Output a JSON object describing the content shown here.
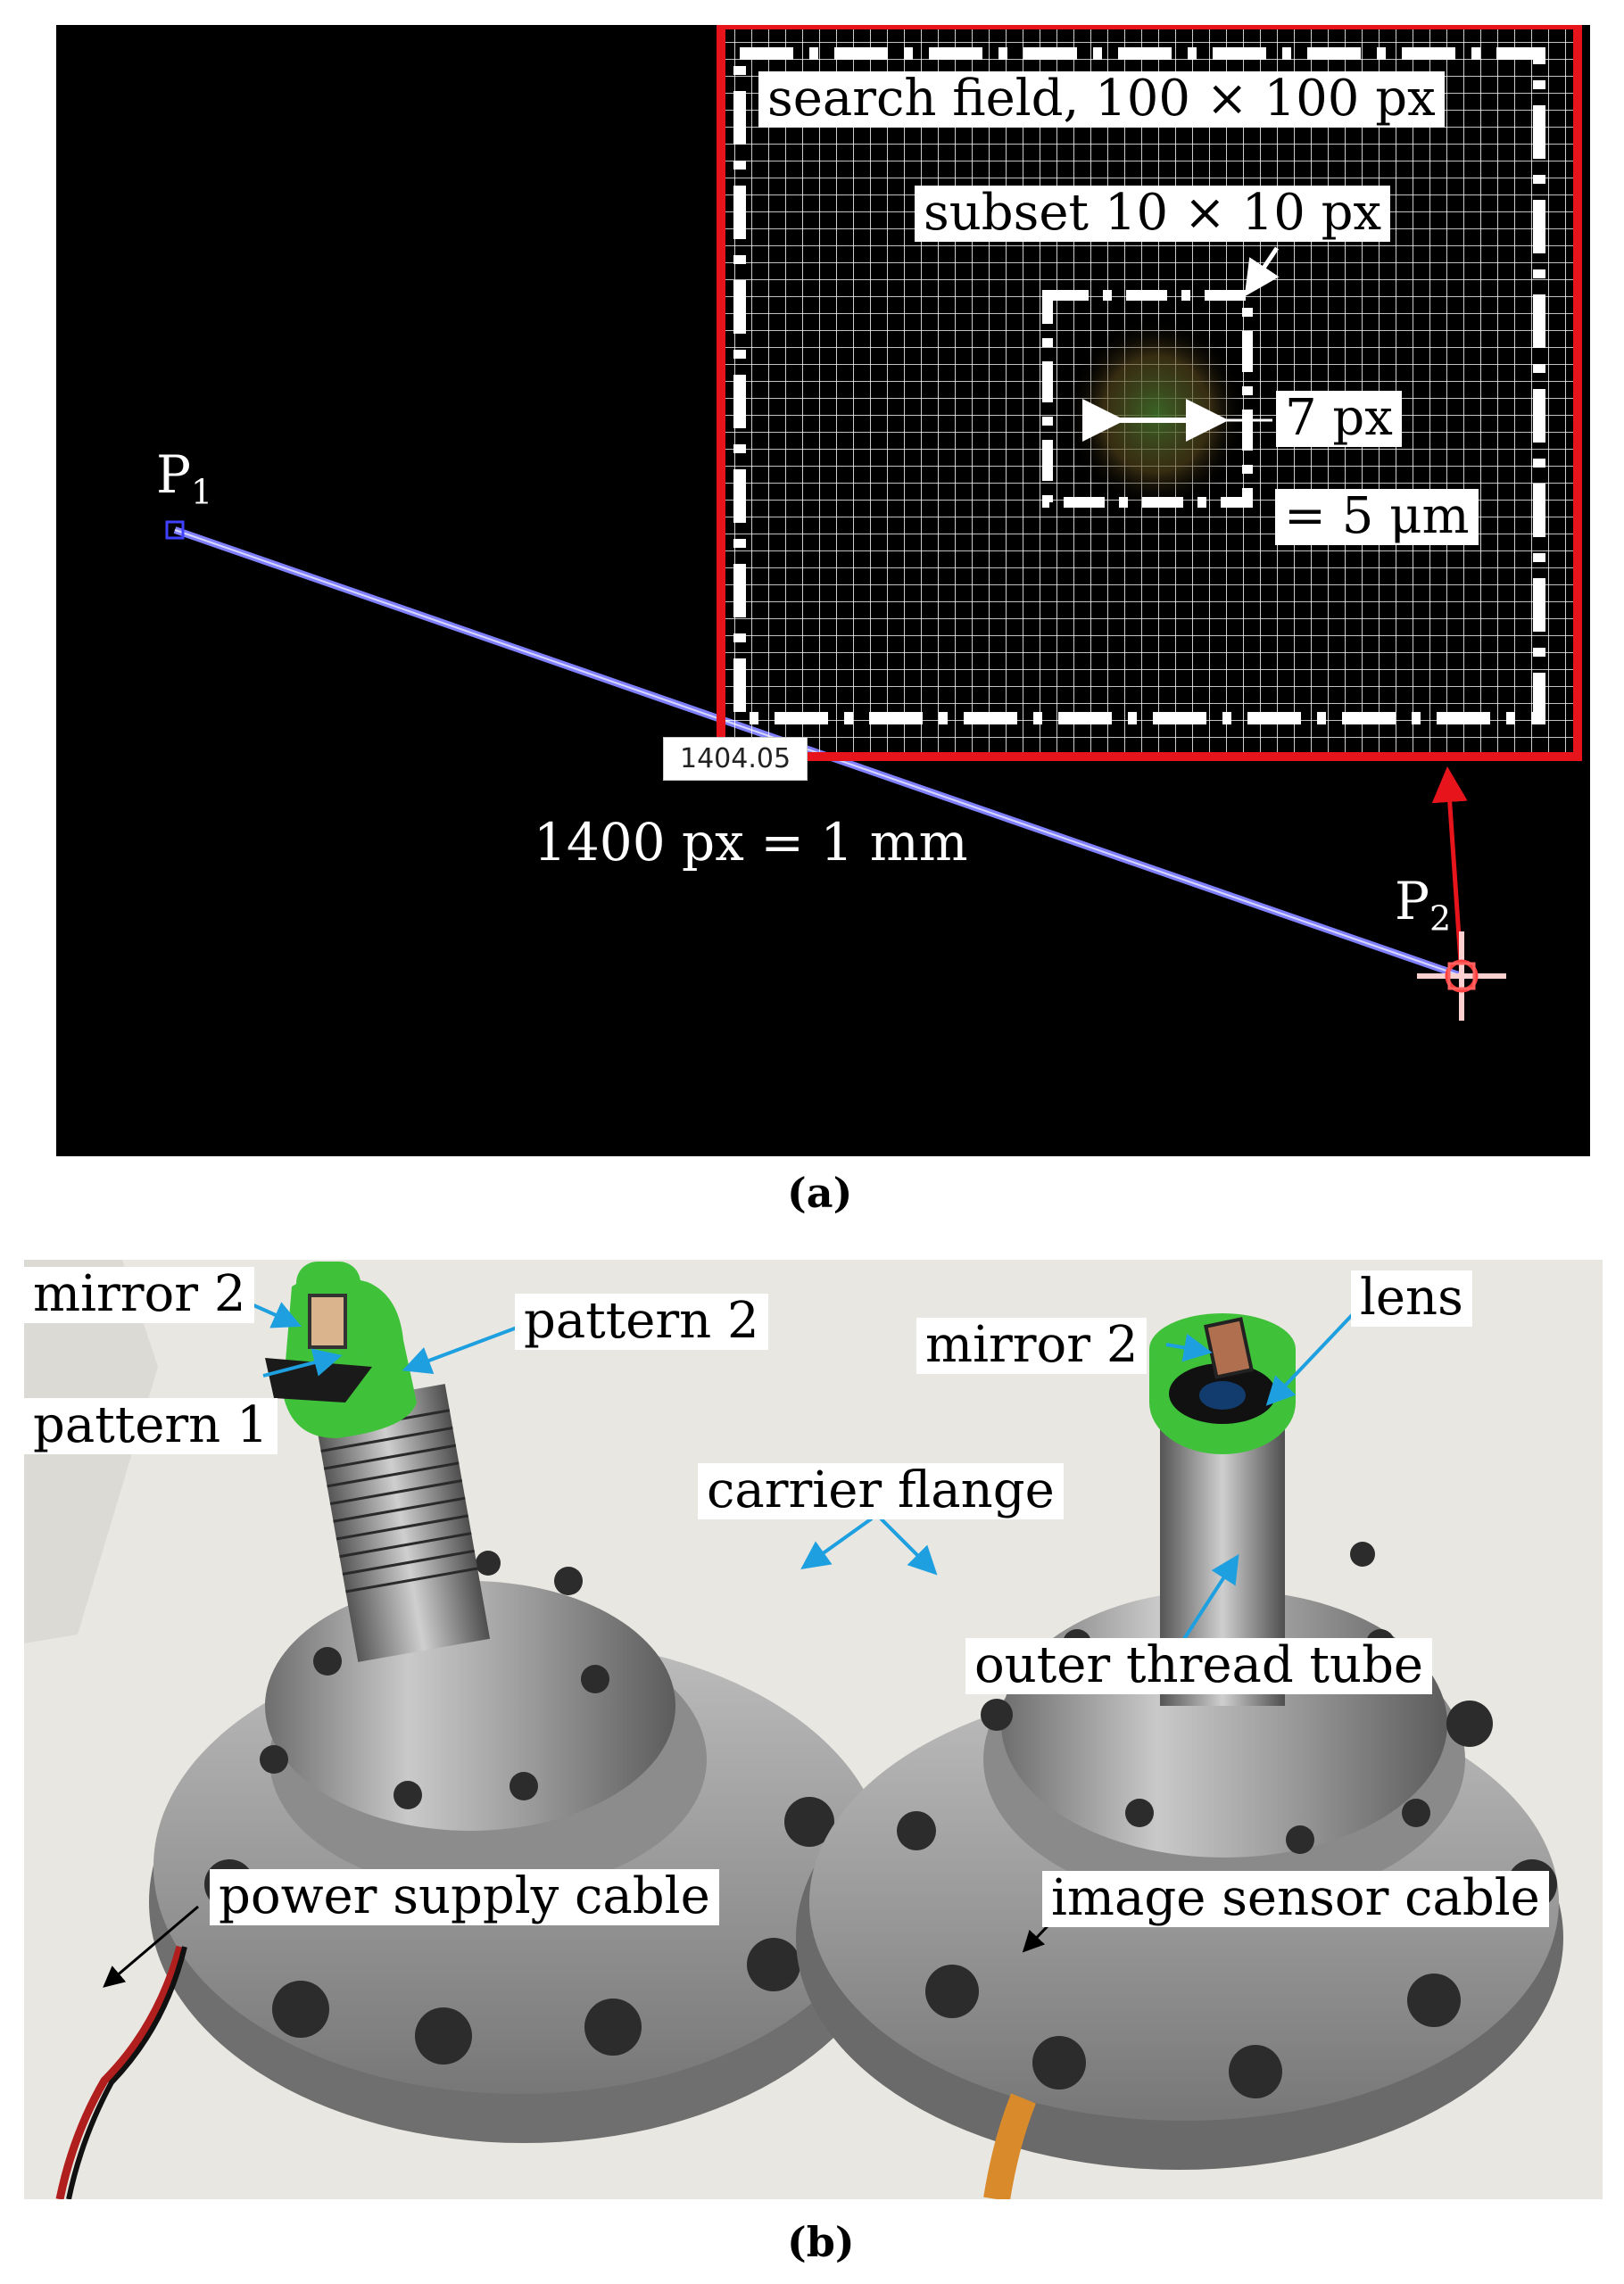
{
  "panel_a": {
    "caption": "(a)",
    "point1_label": "P",
    "point1_sub": "1",
    "point2_label": "P",
    "point2_sub": "2",
    "distance_readout": "1404.05",
    "scale_text": "1400 px = 1 mm",
    "search_field_label": "search field, 100 × 100 px",
    "subset_label": "subset 10 × 10 px",
    "width_label": "7 px",
    "um_label": "= 5 μm",
    "colors": {
      "line": "#8080ff",
      "inset_border": "#e8141c",
      "arrow": "#e8141c",
      "grid": "#ffffff"
    }
  },
  "panel_b": {
    "caption": "(b)",
    "labels": {
      "mirror2_left": "mirror 2",
      "pattern2": "pattern 2",
      "pattern1": "pattern 1",
      "mirror2_right": "mirror 2",
      "lens": "lens",
      "carrier_flange": "carrier flange",
      "outer_thread_tube": "outer thread tube",
      "power_supply_cable": "power supply cable",
      "image_sensor_cable": "image sensor cable"
    },
    "colors": {
      "callout_arrow": "#1ea0e0",
      "black_arrow": "#000000",
      "green_cap": "#3fc13a",
      "steel": "#a8a8a8"
    }
  }
}
